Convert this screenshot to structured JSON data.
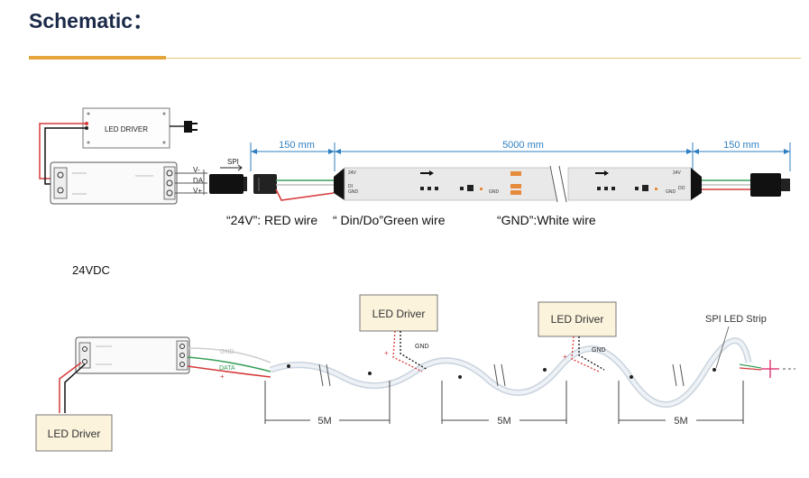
{
  "header": {
    "title": "Schematic："
  },
  "top_diagram": {
    "driver_box_label": "LED DRIVER",
    "spi_label": "SPI",
    "pin_labels": [
      "V-",
      "DA",
      "V+"
    ],
    "dimensions": [
      "150 mm",
      "5000 mm",
      "150 mm"
    ],
    "strip_print": {
      "left_top": "24V",
      "left_mid": "DI",
      "left_bot": "GND",
      "mid_gnd": "GND",
      "right_top": "24V",
      "right_bot": "GND",
      "right_do": "DO"
    }
  },
  "wire_labels": [
    "“24V”: RED wire",
    "“ Din/Do”Green wire",
    "“GND”:White wire"
  ],
  "voltage_label": "24VDC",
  "bottom_diagram": {
    "driver_labels": [
      "LED Driver",
      "LED Driver",
      "LED Driver"
    ],
    "strip_label": "SPI LED Strip",
    "wire_gnd": "GND",
    "wire_data": "DATA",
    "plus_sign": "+",
    "segment_lengths": [
      "5M",
      "5M",
      "5M"
    ],
    "inject_gnd": [
      "GND",
      "GND"
    ]
  },
  "colors": {
    "title": "#1a2a48",
    "accent": "#e6a53c",
    "dimension_blue": "#2f7fc1",
    "red_wire": "#d63a3a",
    "green_wire": "#3aa05a",
    "plus_pink": "#e0407a",
    "driver_box_fill": "#fbf3dc"
  }
}
